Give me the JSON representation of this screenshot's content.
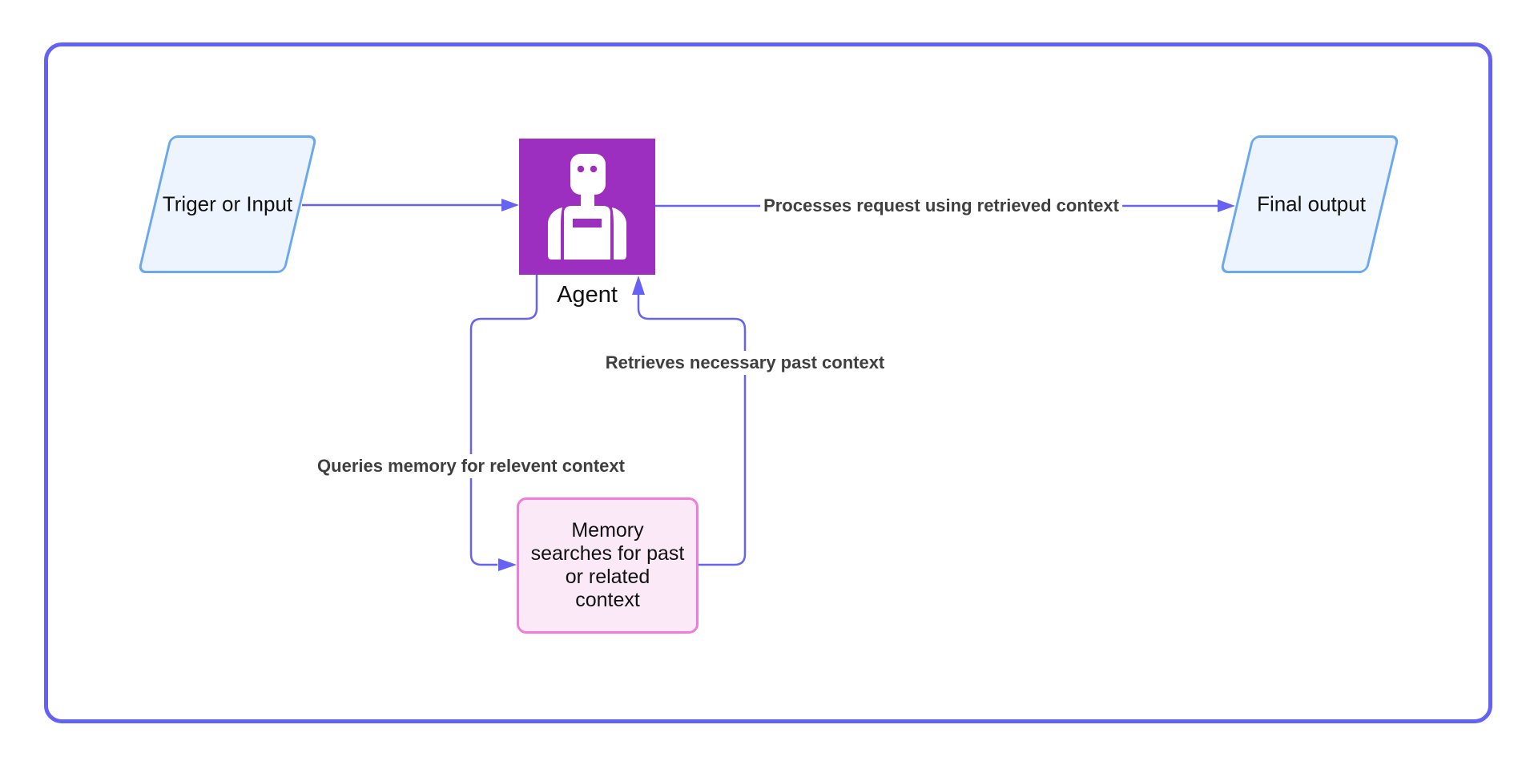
{
  "diagram": {
    "type": "flowchart",
    "background": "#ffffff",
    "frame_color": "#6462f2",
    "connector_color": "#6663f2"
  },
  "nodes": {
    "trigger": {
      "label": "Triger or Input",
      "shape": "parallelogram",
      "fill": "#edf4fd",
      "border": "#6ba9ee"
    },
    "agent": {
      "label": "Agent",
      "shape": "square-image",
      "icon": "robot-icon",
      "fill": "#9c2fbf"
    },
    "final_output": {
      "label": "Final output",
      "shape": "parallelogram",
      "fill": "#edf4fd",
      "border": "#6ba9ee"
    },
    "memory": {
      "label": "Memory searches for past or related context",
      "lines": [
        "Memory",
        "searches for past",
        "or related",
        "context"
      ],
      "shape": "rounded-rectangle",
      "fill": "#fbe9f8",
      "border": "#f27ad8"
    }
  },
  "edges": {
    "trigger_to_agent": {
      "from": "trigger",
      "to": "agent",
      "label": ""
    },
    "agent_to_output": {
      "from": "agent",
      "to": "final_output",
      "label": "Processes request using retrieved context"
    },
    "agent_to_memory": {
      "from": "agent",
      "to": "memory",
      "label": "Queries memory for relevent context"
    },
    "memory_to_agent": {
      "from": "memory",
      "to": "agent",
      "label": "Retrieves necessary past context"
    }
  }
}
